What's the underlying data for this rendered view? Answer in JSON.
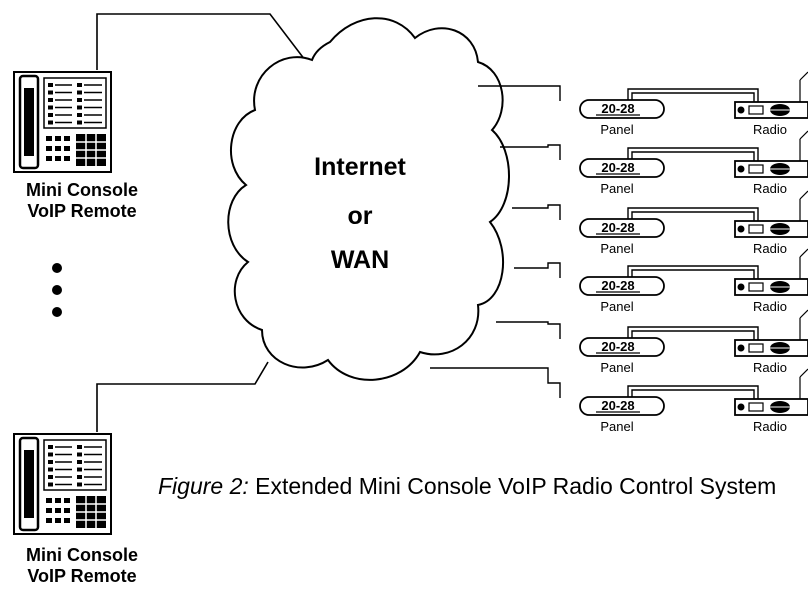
{
  "cloud": {
    "line1": "Internet",
    "line2": "or",
    "line3": "WAN"
  },
  "remotes": [
    {
      "line1": "Mini Console",
      "line2": "VoIP Remote"
    },
    {
      "line1": "Mini Console",
      "line2": "VoIP Remote"
    }
  ],
  "stations": [
    {
      "panel_model": "20-28",
      "panel_label": "Panel",
      "radio_label": "Radio"
    },
    {
      "panel_model": "20-28",
      "panel_label": "Panel",
      "radio_label": "Radio"
    },
    {
      "panel_model": "20-28",
      "panel_label": "Panel",
      "radio_label": "Radio"
    },
    {
      "panel_model": "20-28",
      "panel_label": "Panel",
      "radio_label": "Radio"
    },
    {
      "panel_model": "20-28",
      "panel_label": "Panel",
      "radio_label": "Radio"
    },
    {
      "panel_model": "20-28",
      "panel_label": "Panel",
      "radio_label": "Radio"
    }
  ],
  "caption": {
    "prefix": "Figure 2:",
    "text": " Extended Mini Console VoIP Radio Control System"
  }
}
